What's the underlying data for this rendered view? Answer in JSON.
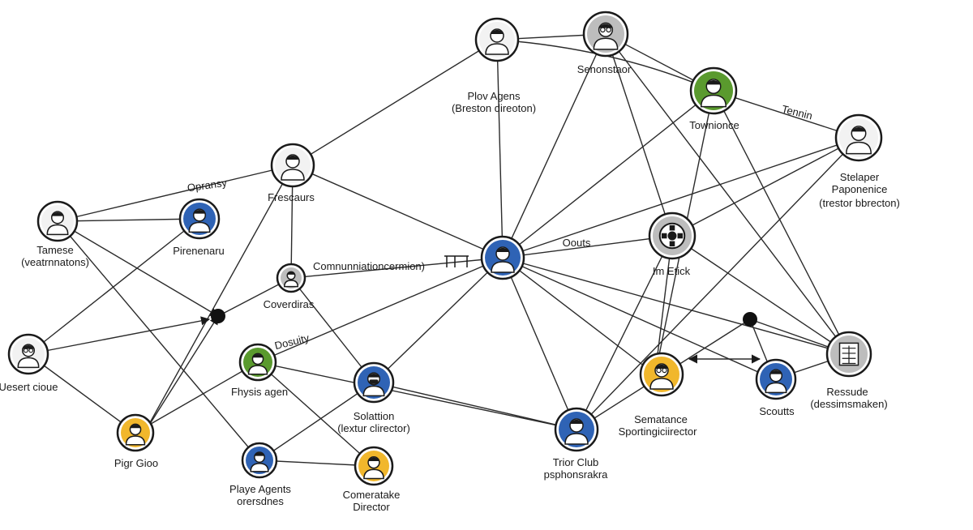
{
  "colors": {
    "blue": "#2f63b5",
    "green": "#5a9a2e",
    "yellow": "#f1b72c",
    "grey": "#bdbdbd",
    "light": "#f2f2f2",
    "line": "#2b2b2b"
  },
  "nodes": [
    {
      "id": "top1",
      "color": "light",
      "icon": "person-icon"
    },
    {
      "id": "top2",
      "color": "grey",
      "icon": "person-glasses-icon"
    },
    {
      "id": "green_top",
      "color": "green",
      "icon": "person-icon"
    },
    {
      "id": "right_top",
      "color": "light",
      "icon": "person-icon"
    },
    {
      "id": "frescaurs",
      "color": "light",
      "icon": "person-icon"
    },
    {
      "id": "tamese",
      "color": "light",
      "icon": "person-icon"
    },
    {
      "id": "pirenenaru",
      "color": "blue",
      "icon": "person-icon"
    },
    {
      "id": "coverdiras",
      "color": "grey",
      "icon": "person-icon"
    },
    {
      "id": "center",
      "color": "blue",
      "icon": "person-icon"
    },
    {
      "id": "imetick",
      "color": "grey",
      "icon": "gear-icon"
    },
    {
      "id": "usert",
      "color": "light",
      "icon": "person-glasses-icon"
    },
    {
      "id": "fhysis",
      "color": "green",
      "icon": "person-icon"
    },
    {
      "id": "solattion",
      "color": "blue",
      "icon": "person-mask-icon"
    },
    {
      "id": "pigr",
      "color": "yellow",
      "icon": "person-icon"
    },
    {
      "id": "playe",
      "color": "blue",
      "icon": "person-icon"
    },
    {
      "id": "comeratake",
      "color": "yellow",
      "icon": "person-icon"
    },
    {
      "id": "trior",
      "color": "blue",
      "icon": "person-icon"
    },
    {
      "id": "sematance",
      "color": "yellow",
      "icon": "person-glasses-icon"
    },
    {
      "id": "scoutts",
      "color": "blue",
      "icon": "person-icon"
    },
    {
      "id": "ressude",
      "color": "grey",
      "icon": "grid-icon"
    }
  ],
  "labels": {
    "senonstaor": "Senonstaor",
    "plov_agens": "Plov Agens",
    "breston": "(Breston direoton)",
    "townionce": "Townionce",
    "tennin": "Tennin",
    "stelaper": "Stelaper",
    "paponenice": "Paponenice",
    "trestor": "(trestor bbrecton)",
    "opransy": "Opransy",
    "frescaurs": "Frescaurs",
    "tamese": "Tamese",
    "veatrnnatons": "(veatrnnatons)",
    "pirenenaru": "Pirenenaru",
    "communication": "Comnunniationcermion)",
    "outs": "Oouts",
    "imetick": "Im Etick",
    "coverdiras": "Coverdiras",
    "dosuity": "Dosuity",
    "usert": "Uesert cioue",
    "fhysis": "Fhysis agen",
    "solattion": "Solattion",
    "lextur": "(lextur clirector)",
    "sematance": "Sematance",
    "sportingdirector": "Sportingiciirector",
    "scoutts": "Scoutts",
    "ressude": "Ressude",
    "dessimsmaken": "(dessimsmaken)",
    "pigr": "Pigr Gioo",
    "trior": "Trior Club",
    "psphonsrakra": "psphonsrakra",
    "playe_agents": "Playe Agents",
    "orersdnes": "orersdnes",
    "comeratake": "Comeratake",
    "director": "Director"
  }
}
